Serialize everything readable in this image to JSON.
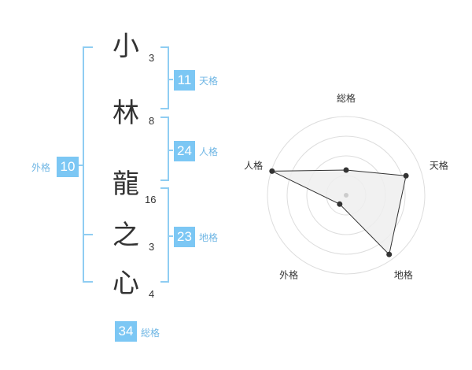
{
  "name": {
    "characters": [
      {
        "char": "小",
        "strokes": "3"
      },
      {
        "char": "林",
        "strokes": "8"
      },
      {
        "char": "龍",
        "strokes": "16"
      },
      {
        "char": "之",
        "strokes": "3"
      },
      {
        "char": "心",
        "strokes": "4"
      }
    ]
  },
  "scores": {
    "tenkaku": {
      "value": "11",
      "label": "天格"
    },
    "jinkaku": {
      "value": "24",
      "label": "人格"
    },
    "chikaku": {
      "value": "23",
      "label": "地格"
    },
    "gaikaku": {
      "value": "10",
      "label": "外格"
    },
    "soukaku": {
      "value": "34",
      "label": "総格"
    }
  },
  "colors": {
    "accent": "#7cc7f4",
    "accent_label": "#6fb6e4",
    "bracket": "#8fcdf2",
    "radar_fill": "#eeeeee",
    "radar_line": "#333333",
    "radar_ring": "#dddddd"
  },
  "chart_data": {
    "type": "radar",
    "axes": [
      "総格",
      "天格",
      "地格",
      "外格",
      "人格"
    ],
    "values": [
      0.32,
      0.8,
      0.93,
      0.14,
      0.99
    ],
    "range": [
      0,
      1
    ],
    "rings": 4,
    "grid": true
  }
}
